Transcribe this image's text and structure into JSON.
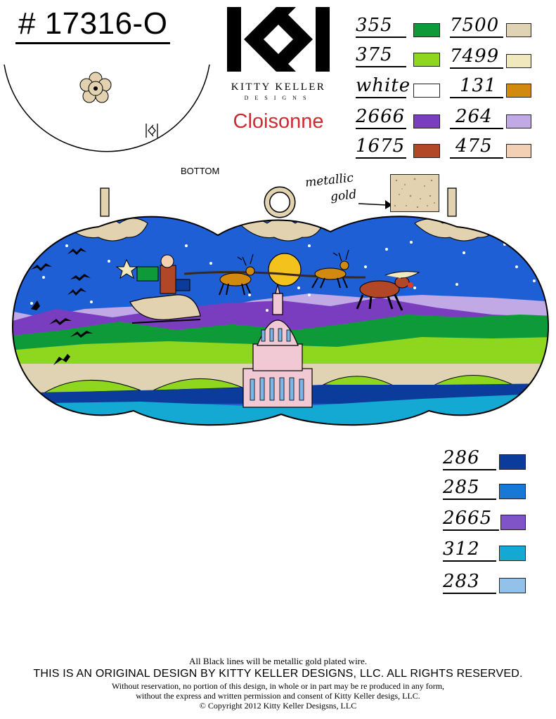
{
  "design_number": "# 17316-O",
  "brand": {
    "name": "KITTY KELLER",
    "sub": "DESIGNS",
    "technique": "Cloisonne"
  },
  "bottom_view_label": "BOTTOM",
  "bottom_monogram": "KK",
  "metallic": {
    "line1": "metallic",
    "line2": "gold",
    "color": "#e2d2b0"
  },
  "swatches_top": [
    {
      "code": "355",
      "color": "#0f9a3a"
    },
    {
      "code": "375",
      "color": "#8fd61e"
    },
    {
      "code": "white",
      "color": "#ffffff"
    },
    {
      "code": "2666",
      "color": "#7b3dbf"
    },
    {
      "code": "1675",
      "color": "#b24727"
    },
    {
      "code": "7500",
      "color": "#e0d3b3"
    },
    {
      "code": "7499",
      "color": "#f2e8bd"
    },
    {
      "code": "131",
      "color": "#d18a0f"
    },
    {
      "code": "264",
      "color": "#c0a9e4"
    },
    {
      "code": "475",
      "color": "#f3cfb4"
    }
  ],
  "swatches_bottom": [
    {
      "code": "286",
      "color": "#0b3b9b"
    },
    {
      "code": "285",
      "color": "#1878d6"
    },
    {
      "code": "2665",
      "color": "#8054c7"
    },
    {
      "code": "312",
      "color": "#13a9d3"
    },
    {
      "code": "283",
      "color": "#92c1ea"
    }
  ],
  "footer": {
    "line1": "All Black lines will be metallic gold plated wire.",
    "line2": "THIS IS AN ORIGINAL DESIGN BY KITTY KELLER DESIGNS, LLC. ALL RIGHTS RESERVED.",
    "line3": "Without reservation, no portion of this design, in whole or in part may be re produced in any form,",
    "line4": "without the express and written permission and consent of Kitty Keller desigs, LLC.",
    "line5": "© Copyright 2012 Kitty Keller Desigsns, LLC"
  }
}
